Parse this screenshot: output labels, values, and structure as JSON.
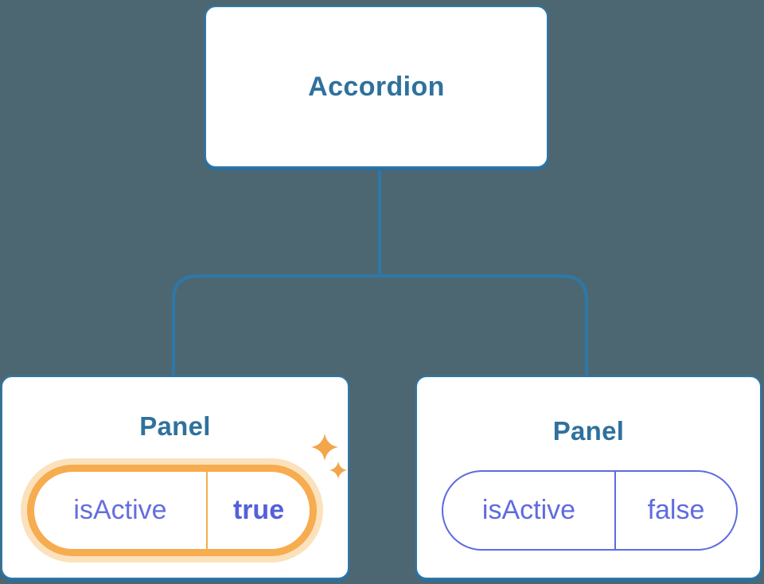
{
  "tree": {
    "root": {
      "label": "Accordion"
    },
    "children": [
      {
        "title": "Panel",
        "state": {
          "name": "isActive",
          "value": "true"
        },
        "highlighted": true,
        "decoration": "sparkles-icon"
      },
      {
        "title": "Panel",
        "state": {
          "name": "isActive",
          "value": "false"
        },
        "highlighted": false,
        "decoration": null
      }
    ]
  },
  "colors": {
    "background": "#4C6772",
    "node_fill": "#FFFFFF",
    "node_border_blue": "#2E78A8",
    "node_shadow_blue": "#2A6E9E",
    "node_label_blue": "#2F719C",
    "connector_blue": "#2E78A8",
    "highlight_orange": "#F6AC4F",
    "highlight_glow_orange": "#FBE2BC",
    "sparkle_orange": "#F2A54B",
    "state_purple": "#5F6BE0",
    "state_value_bold_purple": "#5560D9"
  }
}
